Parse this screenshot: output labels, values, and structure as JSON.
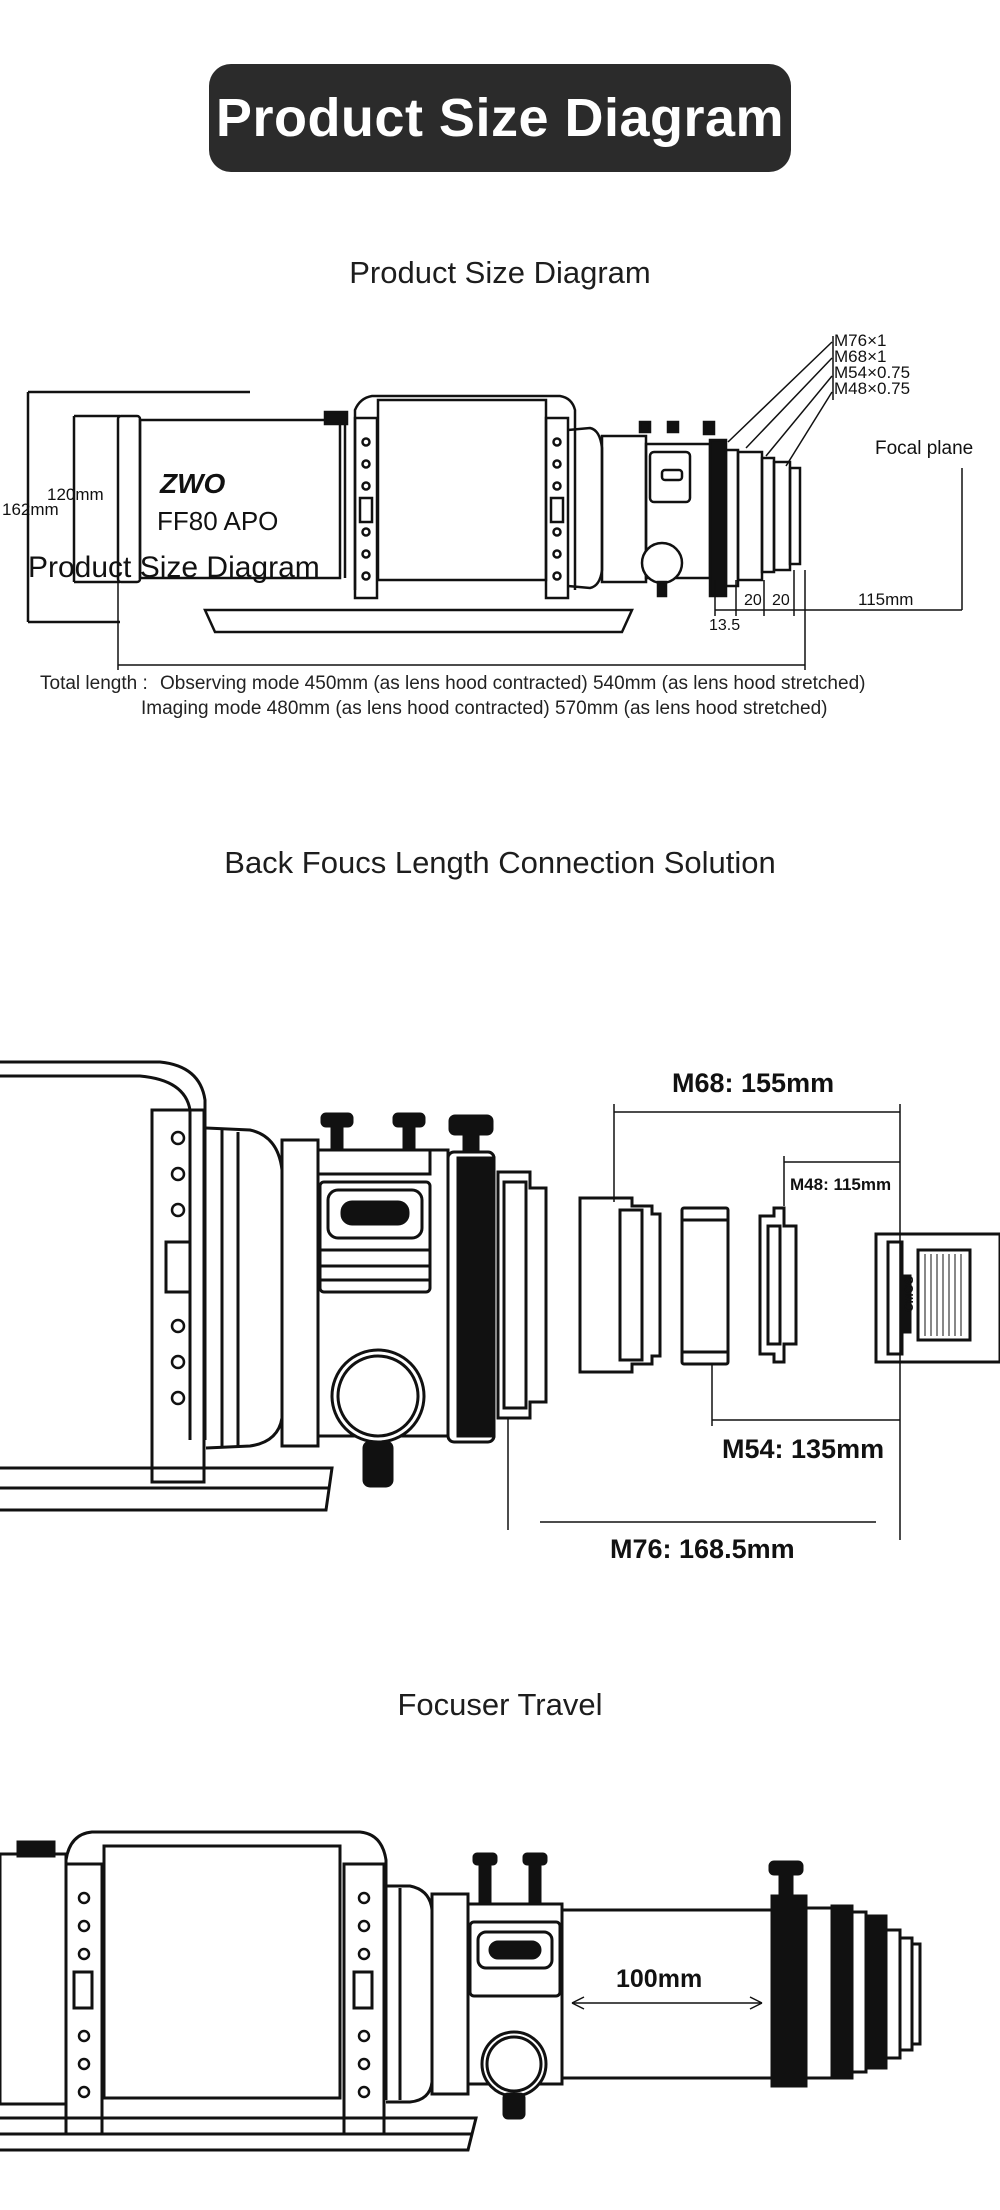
{
  "banner": {
    "title": "Product Size Diagram"
  },
  "section1": {
    "title": "Product Size Diagram",
    "threads": [
      "M76×1",
      "M68×1",
      "M54×0.75",
      "M48×0.75"
    ],
    "focal_plane": "Focal plane",
    "dim_120": "120mm",
    "dim_162": "162mm",
    "dim_135": "13.5",
    "dim_20a": "20",
    "dim_20b": "20",
    "dim_115": "115mm",
    "brand": "ZWO",
    "model": "FF80 APO",
    "overlay_text": "Product Size Diagram",
    "total_length_label": "Total length :",
    "observing_line": "Observing mode  450mm (as lens hood contracted) 540mm (as lens hood stretched)",
    "imaging_line": "Imaging mode    480mm (as lens hood contracted) 570mm (as lens hood stretched)"
  },
  "section2": {
    "title": "Back Foucs Length Connection Solution",
    "m68": "M68: 155mm",
    "m48": "M48: 115mm",
    "m54": "M54: 135mm",
    "m76": "M76: 168.5mm",
    "cmos": "CMOS"
  },
  "section3": {
    "title": "Focuser Travel",
    "travel": "100mm"
  }
}
